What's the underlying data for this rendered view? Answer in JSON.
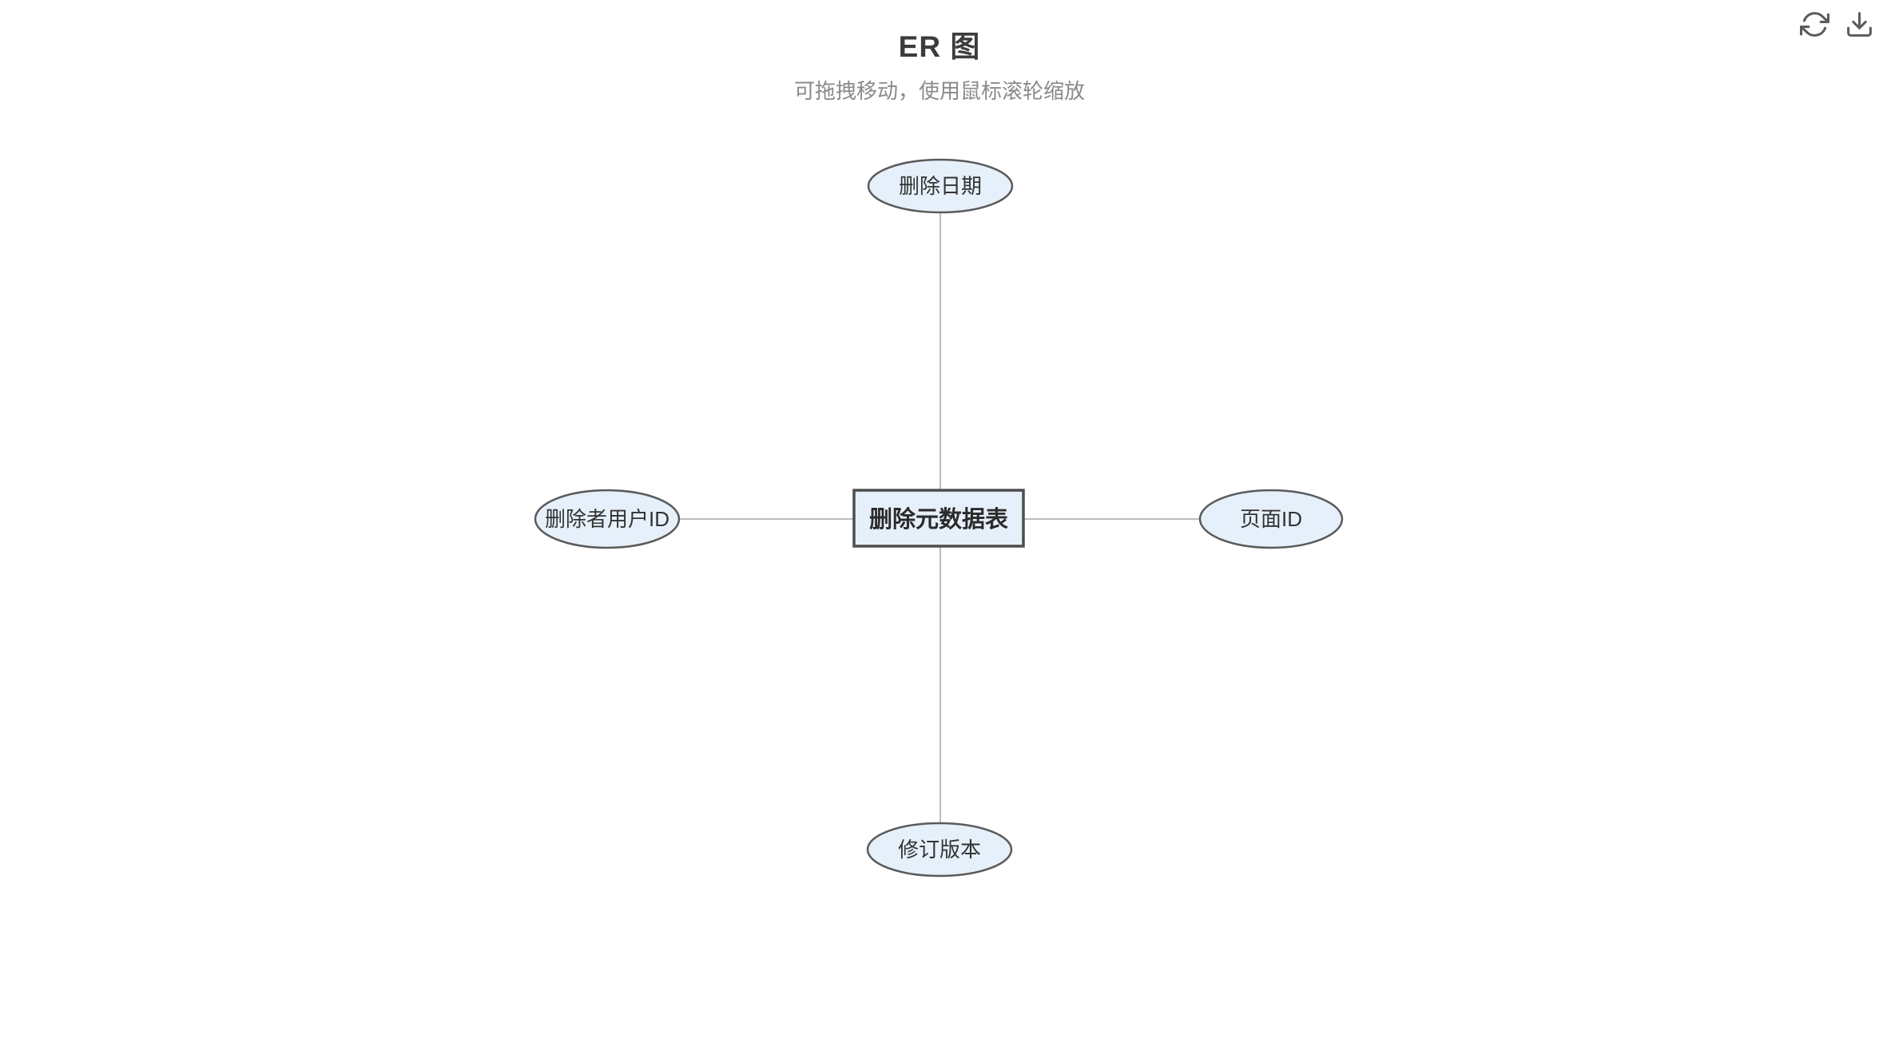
{
  "header": {
    "title": "ER 图",
    "subtitle": "可拖拽移动，使用鼠标滚轮缩放"
  },
  "toolbar": {
    "buttons": [
      {
        "name": "refresh",
        "icon": "refresh-icon"
      },
      {
        "name": "download",
        "icon": "download-icon"
      }
    ]
  },
  "diagram": {
    "type": "entity-relationship",
    "entity": {
      "label": "删除元数据表",
      "shape": "rectangle"
    },
    "attributes": [
      {
        "label": "删除日期",
        "position": "top",
        "shape": "ellipse"
      },
      {
        "label": "删除者用户ID",
        "position": "left",
        "shape": "ellipse"
      },
      {
        "label": "页面ID",
        "position": "right",
        "shape": "ellipse"
      },
      {
        "label": "修订版本",
        "position": "bottom",
        "shape": "ellipse"
      }
    ],
    "edges": [
      {
        "from": "删除元数据表",
        "to": "删除日期"
      },
      {
        "from": "删除元数据表",
        "to": "删除者用户ID"
      },
      {
        "from": "删除元数据表",
        "to": "页面ID"
      },
      {
        "from": "删除元数据表",
        "to": "修订版本"
      }
    ]
  },
  "colors": {
    "node_fill": "#e6f0fb",
    "node_border": "#5a5a5a",
    "entity_border": "#4d4d4d",
    "edge": "#bcbcbc",
    "title_text": "#3c3c3c",
    "subtitle_text": "#8a8a8a",
    "node_text": "#333333",
    "icon": "#5c5c5c",
    "background": "#ffffff"
  }
}
